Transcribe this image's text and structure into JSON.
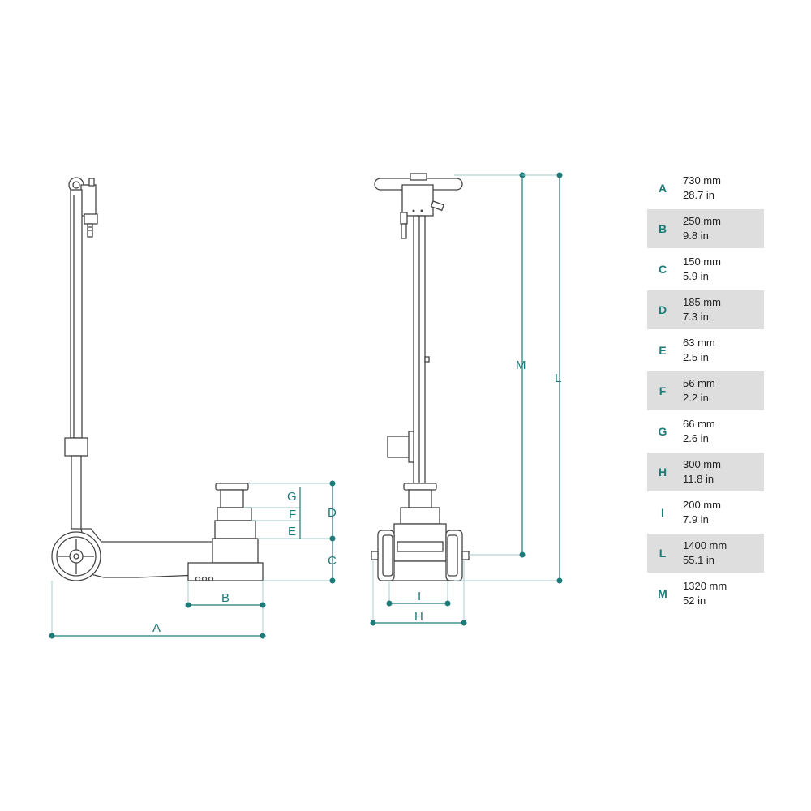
{
  "diagram": {
    "dimension_labels": {
      "A": "A",
      "B": "B",
      "C": "C",
      "D": "D",
      "E": "E",
      "F": "F",
      "G": "G",
      "H": "H",
      "I": "I",
      "L": "L",
      "M": "M"
    },
    "colors": {
      "dimension": "#1d7a78",
      "outline": "#444444",
      "table_shade": "#dedede"
    }
  },
  "spec_table": {
    "rows": [
      {
        "letter": "A",
        "mm": "730 mm",
        "inch": "28.7 in",
        "shaded": false
      },
      {
        "letter": "B",
        "mm": "250 mm",
        "inch": "9.8 in",
        "shaded": true
      },
      {
        "letter": "C",
        "mm": "150 mm",
        "inch": "5.9 in",
        "shaded": false
      },
      {
        "letter": "D",
        "mm": "185 mm",
        "inch": "7.3 in",
        "shaded": true
      },
      {
        "letter": "E",
        "mm": "63 mm",
        "inch": "2.5 in",
        "shaded": false
      },
      {
        "letter": "F",
        "mm": "56 mm",
        "inch": "2.2 in",
        "shaded": true
      },
      {
        "letter": "G",
        "mm": "66 mm",
        "inch": "2.6 in",
        "shaded": false
      },
      {
        "letter": "H",
        "mm": "300 mm",
        "inch": "11.8 in",
        "shaded": true
      },
      {
        "letter": "I",
        "mm": "200 mm",
        "inch": "7.9 in",
        "shaded": false
      },
      {
        "letter": "L",
        "mm": "1400 mm",
        "inch": "55.1 in",
        "shaded": true
      },
      {
        "letter": "M",
        "mm": "1320 mm",
        "inch": "52 in",
        "shaded": false
      }
    ]
  }
}
